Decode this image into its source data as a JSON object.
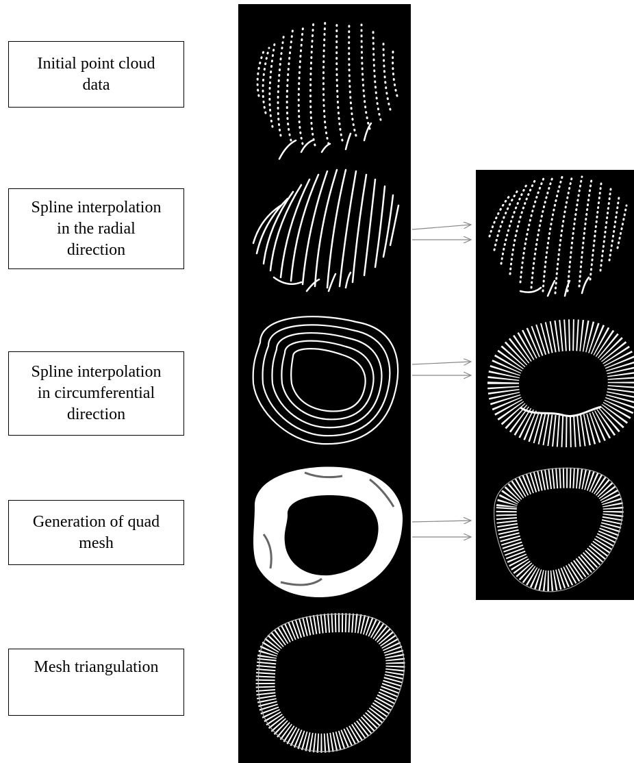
{
  "steps": [
    {
      "label": "Initial point cloud\ndata"
    },
    {
      "label": "Spline interpolation\nin the radial\ndirection"
    },
    {
      "label": "Spline interpolation\nin circumferential\ndirection"
    },
    {
      "label": "Generation of quad\nmesh"
    },
    {
      "label": "Mesh triangulation"
    }
  ],
  "colors": {
    "background": "#ffffff",
    "panel": "#000000",
    "line": "#ffffff",
    "arrow": "#888888",
    "box_border": "#000000"
  }
}
